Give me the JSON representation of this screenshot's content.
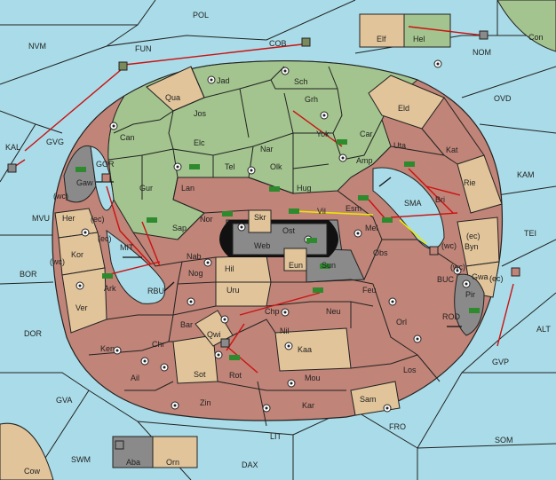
{
  "colors": {
    "water": "#a9dce8",
    "green": "#a3c48e",
    "pink": "#c08478",
    "tan": "#e1c49a",
    "grey": "#8a8a8a",
    "red_order": "#cc1111",
    "yellow_order": "#e8e800"
  },
  "map": {
    "sea_areas": [
      "POL",
      "NVM",
      "FUN",
      "COB",
      "NOM",
      "Con",
      "OVD",
      "KAM",
      "TEI",
      "ALT",
      "GVP",
      "SOM",
      "FRO",
      "LIT",
      "DAX",
      "SWM",
      "Cow",
      "GVA",
      "DOR",
      "BOR",
      "MVU",
      "KAL",
      "GVG",
      "GOR",
      "MIT",
      "RBU",
      "SMA",
      "BUC",
      "ROD",
      "(wc)",
      "(ec)"
    ],
    "land_provinces": [
      "Jad",
      "Sch",
      "Qua",
      "Jos",
      "Grh",
      "Can",
      "Yok",
      "Car",
      "Elc",
      "Nar",
      "Amp",
      "Uta",
      "Eld",
      "Kat",
      "Tel",
      "Olk",
      "Gur",
      "Lan",
      "Hug",
      "Rie",
      "Bri",
      "Gaw",
      "Her",
      "Nor",
      "Vil",
      "Esm",
      "Mel",
      "Sap",
      "Skr",
      "Ost",
      "Web",
      "Kor",
      "Nab",
      "Eun",
      "Sun",
      "Obs",
      "Byn",
      "Gwa",
      "Ark",
      "Nog",
      "Hil",
      "Uru",
      "Feu",
      "Pir",
      "Ver",
      "Chp",
      "Neu",
      "Orl",
      "Bar",
      "Qwi",
      "Nil",
      "Chr",
      "Ken",
      "Kaa",
      "Sot",
      "Rot",
      "Los",
      "Ail",
      "Mou",
      "Sam",
      "Zin",
      "Kar",
      "Elf",
      "Hel",
      "Aba",
      "Orn"
    ]
  }
}
